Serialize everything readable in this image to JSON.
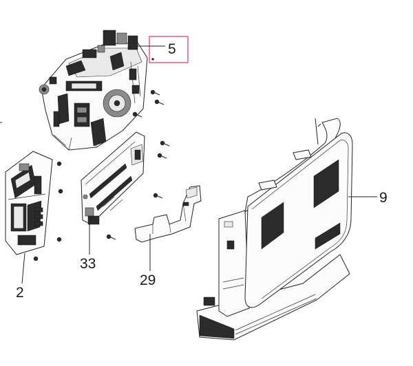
{
  "callouts": {
    "c5": "5",
    "c9": "9",
    "c33": "33",
    "c29": "29",
    "c2": "2"
  },
  "highlight_color": "#d98bb0"
}
